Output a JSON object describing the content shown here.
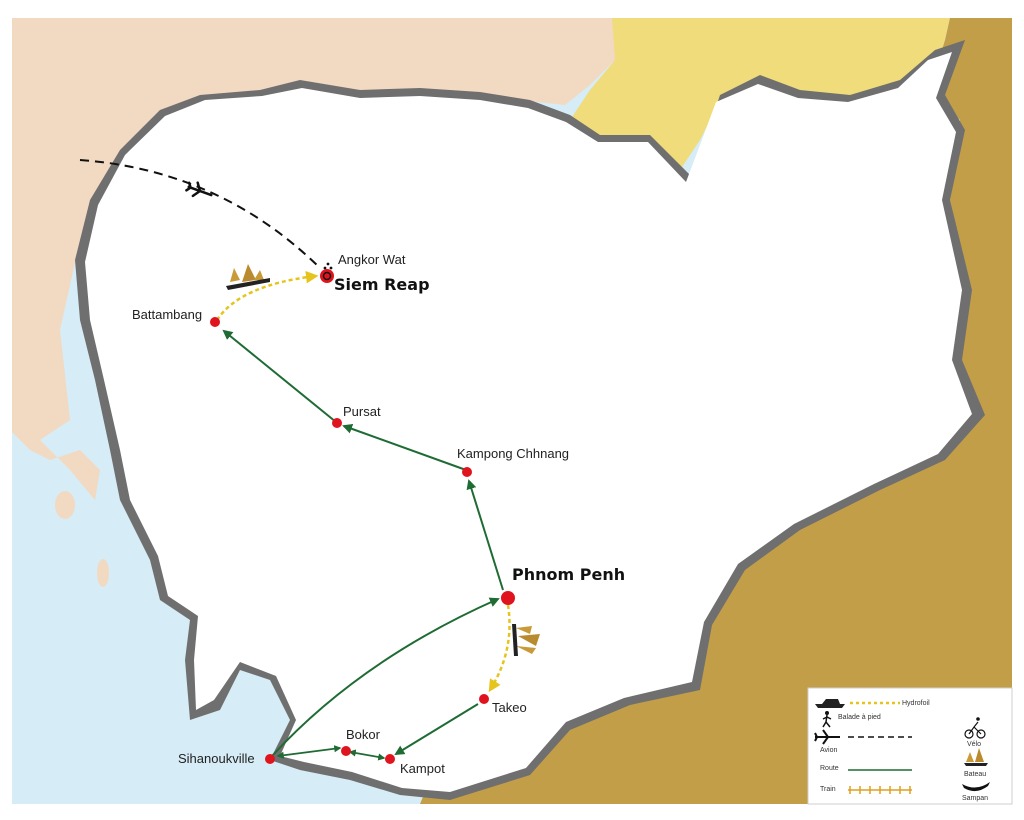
{
  "colors": {
    "thailand": "#f2d9c1",
    "laos": "#f0dc7a",
    "vietnam": "#c29e48",
    "sea": "#d6ecf6",
    "cambodia": "#ffffff",
    "border": "#6f6f6f",
    "road": "#1f6b34",
    "boat": "#e6c41e",
    "city": "#e0141e",
    "plane": "#111111"
  },
  "cities": {
    "angkor_wat": "Angkor Wat",
    "siem_reap": "Siem Reap",
    "battambang": "Battambang",
    "pursat": "Pursat",
    "kampong_chhnang": "Kampong Chhnang",
    "phnom_penh": "Phnom Penh",
    "takeo": "Takeo",
    "bokor": "Bokor",
    "kampot": "Kampot",
    "sihanoukville": "Sihanoukville"
  },
  "legend": {
    "hydrofoil": "Hydrofoil",
    "walk": "Balade à pied",
    "plane": "Avion",
    "road": "Route",
    "train": "Train",
    "bike": "Vélo",
    "boat": "Bateau",
    "sampan": "Sampan"
  },
  "icons": {
    "plane": "airplane-icon",
    "boat": "junk-boat-icon",
    "hydrofoil": "hydrofoil-icon",
    "walker": "walker-icon",
    "cyclist": "cyclist-icon",
    "sampan": "sampan-icon",
    "temple": "temple-icon"
  }
}
